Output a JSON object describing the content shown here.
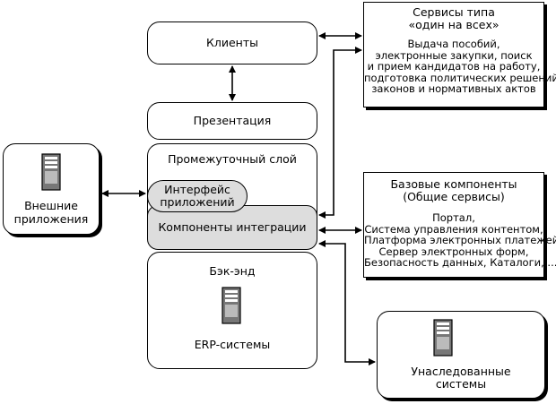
{
  "nodes": {
    "clients": "Клиенты",
    "presentation": "Презентация",
    "middle_layer": "Промежуточный слой",
    "app_interface": [
      "Интерфейс",
      "приложений"
    ],
    "integration_components": "Компоненты интеграции",
    "backend": "Бэк-энд",
    "erp": "ERP-системы",
    "external_apps": [
      "Внешние",
      "приложения"
    ],
    "legacy_systems": [
      "Унаследованные",
      "системы"
    ]
  },
  "one_for_all": {
    "title": [
      "Сервисы типа",
      "«один на всех»"
    ],
    "items": [
      "Выдача пособий,",
      "электронные закупки, поиск",
      "и прием кандидатов на работу,",
      "подготовка политических решений,",
      "законов и нормативных актов"
    ]
  },
  "base_components": {
    "title": [
      "Базовые компоненты",
      "(Общие сервисы)"
    ],
    "items": [
      "Портал,",
      "Система управления контентом,",
      "Платформа электронных платежей,",
      "Сервер электронных форм,",
      "Безопасность данных, Каталоги, ..."
    ]
  },
  "icons": [
    "server-icon"
  ]
}
